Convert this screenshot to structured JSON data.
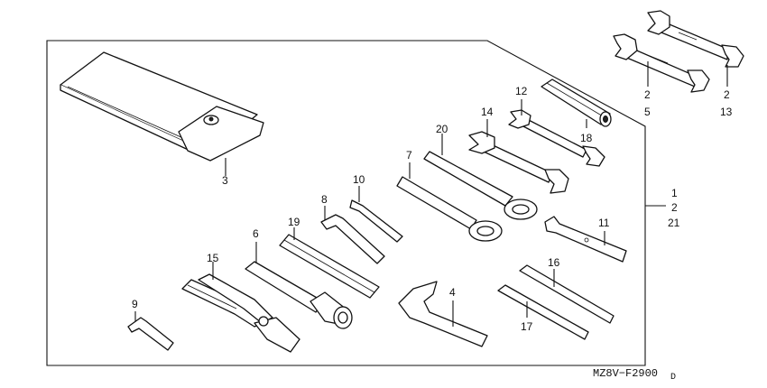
{
  "diagram": {
    "figure_code": "MZ8V−F2900",
    "figure_code_suffix": "D",
    "callouts": {
      "c1": "1",
      "c2a": "2",
      "c21": "21",
      "c3": "3",
      "c4": "4",
      "c2b": "2",
      "c5": "5",
      "c2c": "2",
      "c13": "13",
      "c6": "6",
      "c7": "7",
      "c8": "8",
      "c9": "9",
      "c10": "10",
      "c11": "11",
      "c12": "12",
      "c14": "14",
      "c15": "15",
      "c16": "16",
      "c17": "17",
      "c18": "18",
      "c19": "19",
      "c20": "20"
    }
  }
}
